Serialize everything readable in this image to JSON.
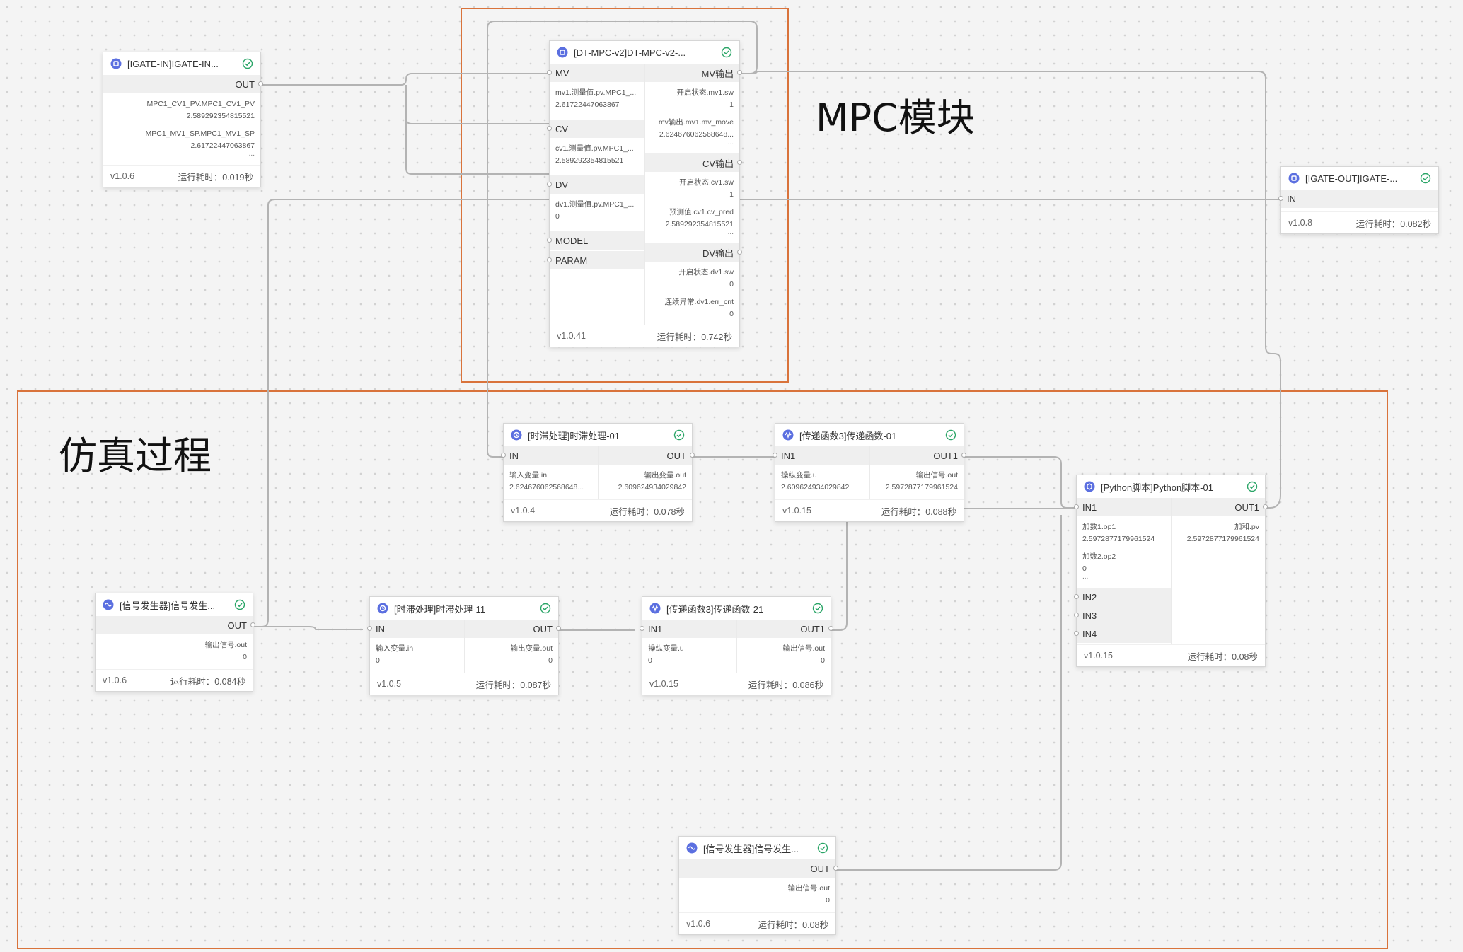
{
  "groups": [
    {
      "id": "mpc",
      "label": "MPC模块"
    },
    {
      "id": "sim",
      "label": "仿真过程"
    }
  ],
  "colors": {
    "group_border": "#d9733b",
    "wire": "#b3b3b3",
    "icon": "#5b6fe0",
    "status": "#2aa567"
  },
  "icons": {
    "node": "node-logo-icon",
    "status": "check-circle-icon"
  },
  "nodes": {
    "igate_in": {
      "title": "[IGATE-IN]IGATE-IN...",
      "outputs": [
        {
          "label": "OUT"
        }
      ],
      "out_values": [
        {
          "k": "MPC1_CV1_PV.MPC1_CV1_PV",
          "v": "2.589292354815521"
        },
        {
          "k": "MPC1_MV1_SP.MPC1_MV1_SP",
          "v": "2.61722447063867",
          "more": "..."
        }
      ],
      "version": "v1.0.6",
      "time": "运行耗时：0.019秒"
    },
    "mpc": {
      "title": "[DT-MPC-v2]DT-MPC-v2-...",
      "inputs": [
        {
          "label": "MV",
          "k": "mv1.测量值.pv.MPC1_...",
          "v": "2.61722447063867"
        },
        {
          "label": "CV",
          "k": "cv1.测量值.pv.MPC1_...",
          "v": "2.589292354815521"
        },
        {
          "label": "DV",
          "k": "dv1.测量值.pv.MPC1_...",
          "v": "0"
        },
        {
          "label": "MODEL"
        },
        {
          "label": "PARAM"
        }
      ],
      "outputs": [
        {
          "label": "MV输出",
          "values": [
            {
              "k": "开启状态.mv1.sw",
              "v": "1"
            },
            {
              "k": "mv输出.mv1.mv_move",
              "v": "2.624676062568648...",
              "more": "..."
            }
          ]
        },
        {
          "label": "CV输出",
          "values": [
            {
              "k": "开启状态.cv1.sw",
              "v": "1"
            },
            {
              "k": "预测值.cv1.cv_pred",
              "v": "2.589292354815521",
              "more": "..."
            }
          ]
        },
        {
          "label": "DV输出",
          "values": [
            {
              "k": "开启状态.dv1.sw",
              "v": "0"
            },
            {
              "k": "连续异常.dv1.err_cnt",
              "v": "0"
            }
          ]
        }
      ],
      "version": "v1.0.41",
      "time": "运行耗时：0.742秒"
    },
    "igate_out": {
      "title": "[IGATE-OUT]IGATE-...",
      "inputs": [
        {
          "label": "IN"
        }
      ],
      "version": "v1.0.8",
      "time": "运行耗时：0.082秒"
    },
    "delay01": {
      "title": "[时滞处理]时滞处理-01",
      "inputs": [
        {
          "label": "IN",
          "k": "输入变量.in",
          "v": "2.624676062568648..."
        }
      ],
      "outputs": [
        {
          "label": "OUT",
          "k": "输出变量.out",
          "v": "2.609624934029842"
        }
      ],
      "version": "v1.0.4",
      "time": "运行耗时：0.078秒"
    },
    "tf01": {
      "title": "[传递函数3]传递函数-01",
      "inputs": [
        {
          "label": "IN1",
          "k": "操纵变量.u",
          "v": "2.609624934029842"
        }
      ],
      "outputs": [
        {
          "label": "OUT1",
          "k": "输出信号.out",
          "v": "2.5972877179961524"
        }
      ],
      "version": "v1.0.15",
      "time": "运行耗时：0.088秒"
    },
    "python01": {
      "title": "[Python脚本]Python脚本-01",
      "inputs": [
        {
          "label": "IN1",
          "values": [
            {
              "k": "加数1.op1",
              "v": "2.5972877179961524"
            },
            {
              "k": "加数2.op2",
              "v": "0",
              "more": "..."
            }
          ]
        },
        {
          "label": "IN2"
        },
        {
          "label": "IN3"
        },
        {
          "label": "IN4"
        }
      ],
      "outputs": [
        {
          "label": "OUT1",
          "k": "加和.pv",
          "v": "2.5972877179961524"
        }
      ],
      "version": "v1.0.15",
      "time": "运行耗时：0.08秒"
    },
    "sig1": {
      "title": "[信号发生器]信号发生...",
      "outputs": [
        {
          "label": "OUT",
          "k": "输出信号.out",
          "v": "0"
        }
      ],
      "version": "v1.0.6",
      "time": "运行耗时：0.084秒"
    },
    "delay11": {
      "title": "[时滞处理]时滞处理-11",
      "inputs": [
        {
          "label": "IN",
          "k": "输入变量.in",
          "v": "0"
        }
      ],
      "outputs": [
        {
          "label": "OUT",
          "k": "输出变量.out",
          "v": "0"
        }
      ],
      "version": "v1.0.5",
      "time": "运行耗时：0.087秒"
    },
    "tf21": {
      "title": "[传递函数3]传递函数-21",
      "inputs": [
        {
          "label": "IN1",
          "k": "操纵变量.u",
          "v": "0"
        }
      ],
      "outputs": [
        {
          "label": "OUT1",
          "k": "输出信号.out",
          "v": "0"
        }
      ],
      "version": "v1.0.15",
      "time": "运行耗时：0.086秒"
    },
    "sig2": {
      "title": "[信号发生器]信号发生...",
      "outputs": [
        {
          "label": "OUT",
          "k": "输出信号.out",
          "v": "0"
        }
      ],
      "version": "v1.0.6",
      "time": "运行耗时：0.08秒"
    }
  }
}
